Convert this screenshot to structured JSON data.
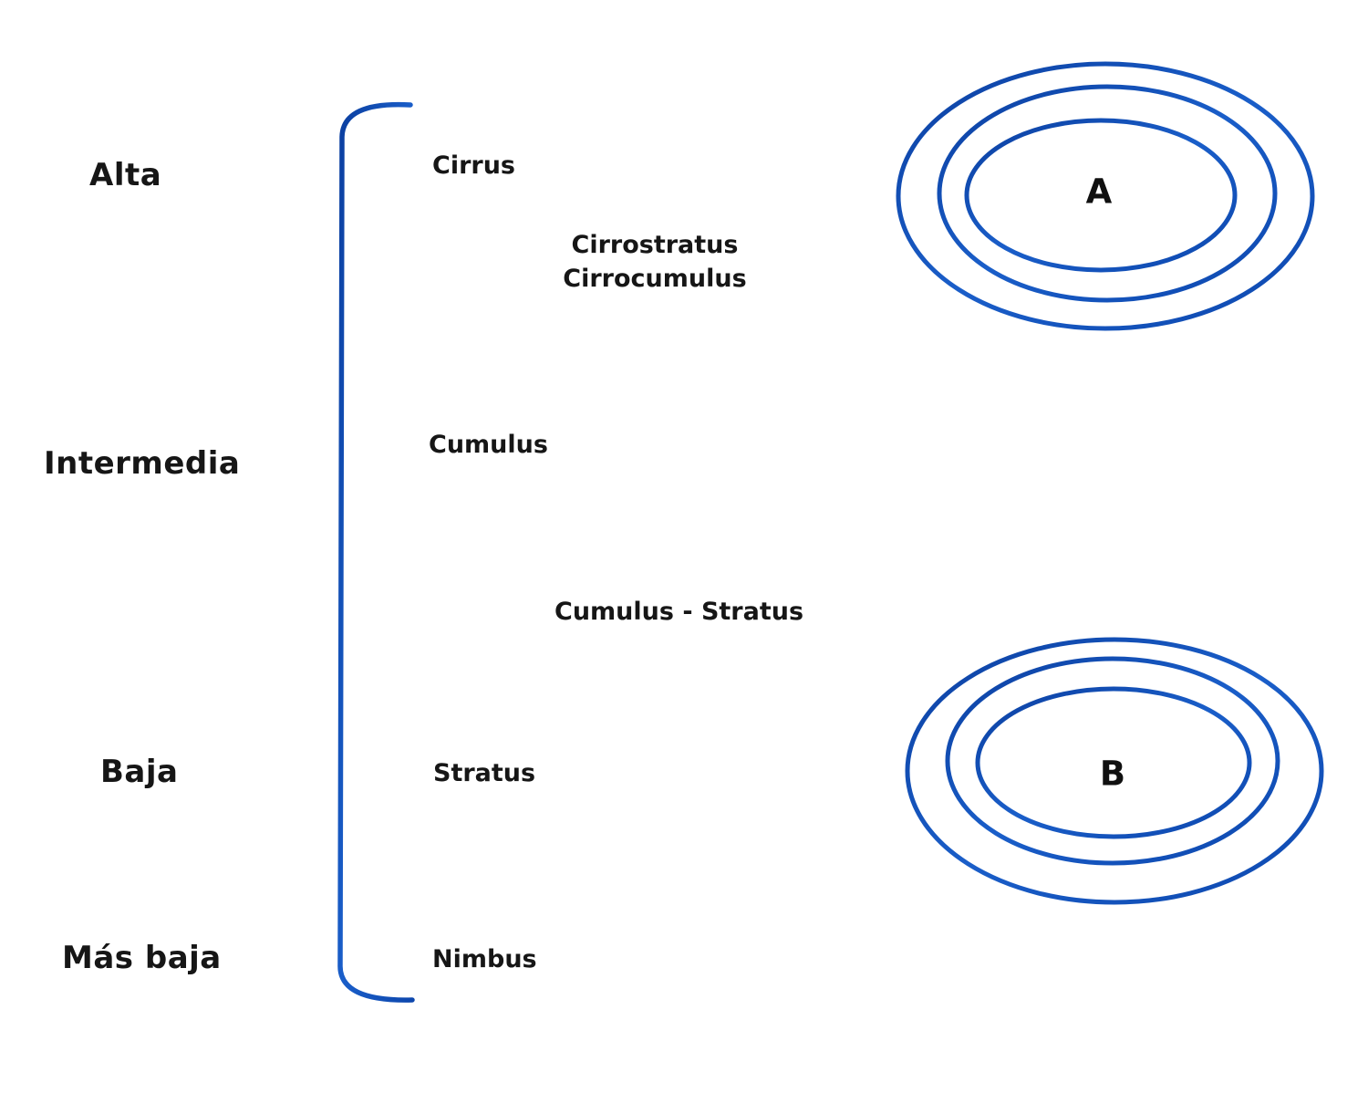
{
  "diagram": {
    "background_color": "#ffffff",
    "accent_color": "#1757c2",
    "text_color": "#161616",
    "altitude_labels": [
      {
        "label": "Alta"
      },
      {
        "label": "Intermedia"
      },
      {
        "label": "Baja"
      },
      {
        "label": "Más baja"
      }
    ],
    "cloud_labels": [
      {
        "label": "Cirrus"
      },
      {
        "label": "Cirrostratus"
      },
      {
        "label": "Cirrocumulus"
      },
      {
        "label": "Cumulus"
      },
      {
        "label": "Cumulus - Stratus"
      },
      {
        "label": "Stratus"
      },
      {
        "label": "Nimbus"
      }
    ],
    "ellipse_groups": [
      {
        "label": "A"
      },
      {
        "label": "B"
      }
    ]
  }
}
